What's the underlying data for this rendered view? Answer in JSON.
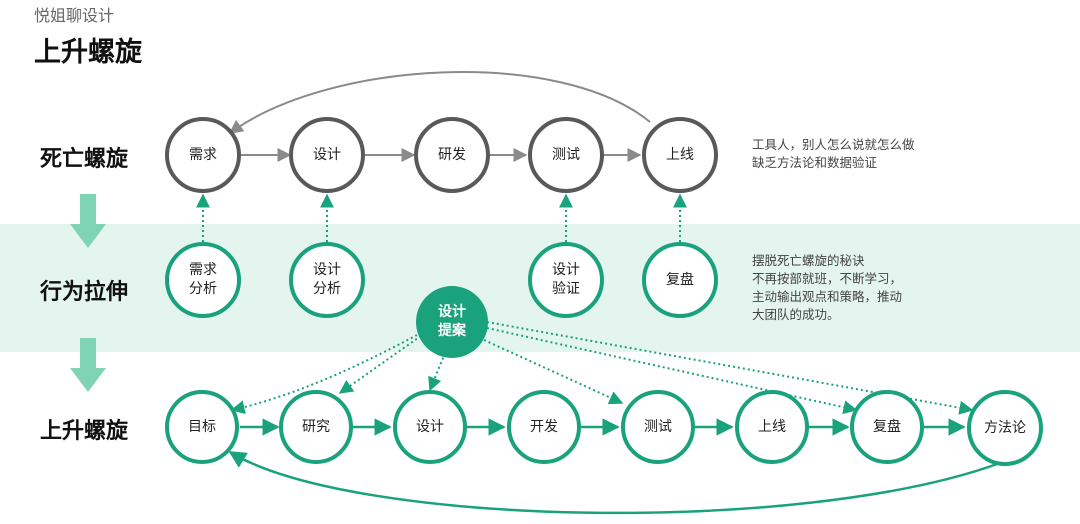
{
  "header": {
    "brand": "悦姐聊设计",
    "title": "上升螺旋"
  },
  "rows": {
    "death_spiral": "死亡螺旋",
    "behavior_stretch": "行为拉伸",
    "rising_spiral": "上升螺旋"
  },
  "death_nodes": [
    "需求",
    "设计",
    "研发",
    "测试",
    "上线"
  ],
  "support_nodes": [
    {
      "line1": "需求",
      "line2": "分析"
    },
    {
      "line1": "设计",
      "line2": "分析"
    },
    {
      "line1": "设计",
      "line2": "验证"
    },
    {
      "line1": "复盘",
      "line2": ""
    }
  ],
  "proposal_node": {
    "line1": "设计",
    "line2": "提案"
  },
  "rising_nodes": [
    "目标",
    "研究",
    "设计",
    "开发",
    "测试",
    "上线",
    "复盘",
    "方法论"
  ],
  "notes": {
    "death": [
      "工具人，别人怎么说就怎么做",
      "缺乏方法论和数据验证"
    ],
    "stretch": [
      "摆脱死亡螺旋的秘诀",
      "不再按部就班，不断学习，",
      "主动输出观点和策略，推动",
      "大团队的成功。"
    ]
  },
  "colors": {
    "green": "#19a27c",
    "gray": "#595959",
    "band": "#e4f4ee",
    "arrow_light_green": "#7fd4b4"
  }
}
